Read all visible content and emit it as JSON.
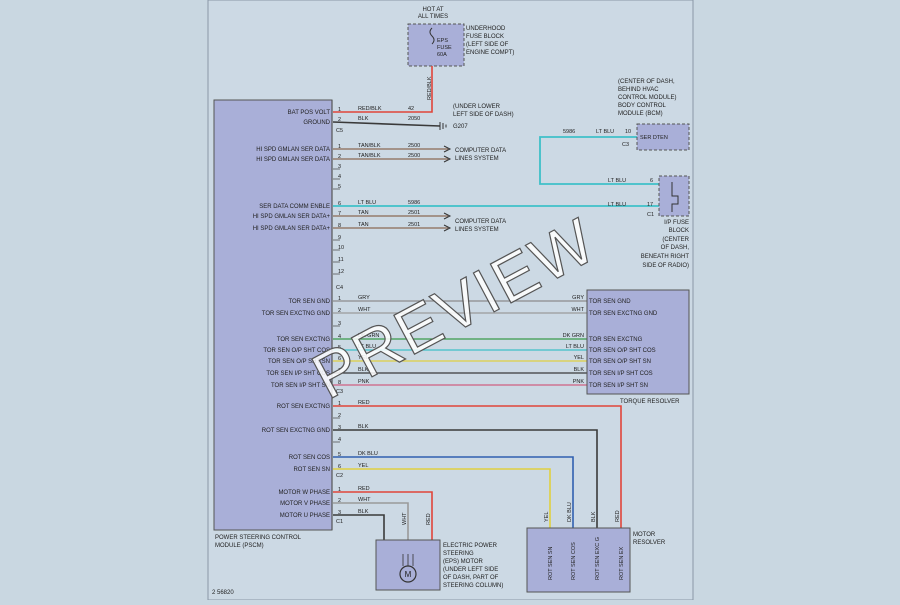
{
  "colors": {
    "page_bg": "#c9d7e1",
    "sheet_bg": "#ccd9e4",
    "box_fill": "#a9afd8",
    "red": "#e0453a",
    "black": "#3a3a3a",
    "gray": "#8c8c8c",
    "cyan": "#3ec0c8",
    "tan": "#8a6a55",
    "green": "#3a9a4a",
    "blue": "#3060b0",
    "yellow": "#e0d040",
    "pink": "#d06080"
  },
  "sheet_id": "2 56820",
  "watermark": "PREVIEW",
  "fuse": {
    "header": [
      "HOT AT",
      "ALL TIMES"
    ],
    "name": [
      "EPS",
      "FUSE",
      "60A"
    ],
    "location": [
      "UNDERHOOD",
      "FUSE BLOCK",
      "(LEFT SIDE OF",
      "ENGINE COMPT)"
    ],
    "wire": "RED/BLK"
  },
  "ground": {
    "location": [
      "(UNDER LOWER",
      "LEFT SIDE OF DASH)"
    ],
    "name": "G207"
  },
  "module": {
    "name": [
      "POWER STEERING CONTROL",
      "MODULE (PSCM)"
    ],
    "connectors": [
      {
        "name": "C5",
        "rows": [
          {
            "pin": "1",
            "label": "BAT POS VOLT",
            "wire": "RED/BLK",
            "circuit": "42"
          },
          {
            "pin": "2",
            "label": "GROUND",
            "wire": "BLK",
            "circuit": "2050"
          }
        ]
      },
      {
        "name": "C4",
        "rows": [
          {
            "pin": "1",
            "label": "HI SPD GMLAN SER DATA",
            "wire": "TAN/BLK",
            "circuit": "2500"
          },
          {
            "pin": "2",
            "label": "HI SPD GMLAN SER DATA",
            "wire": "TAN/BLK",
            "circuit": "2500"
          },
          {
            "pin": "3",
            "label": "",
            "wire": "",
            "circuit": ""
          },
          {
            "pin": "4",
            "label": "",
            "wire": "",
            "circuit": ""
          },
          {
            "pin": "5",
            "label": "",
            "wire": "",
            "circuit": ""
          },
          {
            "pin": "6",
            "label": "SER DATA COMM ENBLE",
            "wire": "LT BLU",
            "circuit": "5986"
          },
          {
            "pin": "7",
            "label": "HI SPD GMLAN SER DATA+",
            "wire": "TAN",
            "circuit": "2501"
          },
          {
            "pin": "8",
            "label": "HI SPD GMLAN SER DATA+",
            "wire": "TAN",
            "circuit": "2501"
          },
          {
            "pin": "9",
            "label": "",
            "wire": "",
            "circuit": ""
          },
          {
            "pin": "10",
            "label": "",
            "wire": "",
            "circuit": ""
          },
          {
            "pin": "11",
            "label": "",
            "wire": "",
            "circuit": ""
          },
          {
            "pin": "12",
            "label": "",
            "wire": "",
            "circuit": ""
          }
        ]
      },
      {
        "name": "C3",
        "rows": [
          {
            "pin": "1",
            "label": "TOR SEN GND",
            "wire": "GRY"
          },
          {
            "pin": "2",
            "label": "TOR SEN EXCTNG GND",
            "wire": "WHT"
          },
          {
            "pin": "3",
            "label": "",
            "wire": ""
          },
          {
            "pin": "4",
            "label": "TOR SEN EXCTNG",
            "wire": "DK GRN"
          },
          {
            "pin": "5",
            "label": "TOR SEN O/P SHT COS",
            "wire": "LT BLU"
          },
          {
            "pin": "6",
            "label": "TOR SEN O/P SHT SN",
            "wire": "YEL"
          },
          {
            "pin": "7",
            "label": "TOR SEN I/P SHT COS",
            "wire": "BLK"
          },
          {
            "pin": "8",
            "label": "TOR SEN I/P SHT SN",
            "wire": "PNK"
          }
        ]
      },
      {
        "name": "C2",
        "rows": [
          {
            "pin": "1",
            "label": "ROT SEN EXCTNG",
            "wire": "RED"
          },
          {
            "pin": "2",
            "label": "",
            "wire": ""
          },
          {
            "pin": "3",
            "label": "ROT SEN EXCTNG GND",
            "wire": "BLK"
          },
          {
            "pin": "4",
            "label": "",
            "wire": ""
          },
          {
            "pin": "5",
            "label": "ROT SEN COS",
            "wire": "DK BLU"
          },
          {
            "pin": "6",
            "label": "ROT SEN SN",
            "wire": "YEL"
          }
        ]
      },
      {
        "name": "C1",
        "rows": [
          {
            "pin": "1",
            "label": "MOTOR W PHASE",
            "wire": "RED"
          },
          {
            "pin": "2",
            "label": "MOTOR V PHASE",
            "wire": "WHT"
          },
          {
            "pin": "3",
            "label": "MOTOR U PHASE",
            "wire": "BLK"
          }
        ]
      }
    ]
  },
  "data_link_label": [
    "COMPUTER DATA",
    "LINES SYSTEM"
  ],
  "bcm": {
    "location": [
      "(CENTER OF DASH,",
      "BEHIND HVAC",
      "CONTROL MODULE)"
    ],
    "name": [
      "BODY CONTROL",
      "MODULE (BCM)"
    ],
    "pin_label": "SER DTEN",
    "pin": "10",
    "connector": "C3",
    "wire": "LT BLU",
    "circuit": "5986"
  },
  "ip_fuse": {
    "name": [
      "I/P FUSE",
      "BLOCK"
    ],
    "location": [
      "(CENTER",
      "OF DASH,",
      "BENEATH RIGHT",
      "SIDE OF RADIO)"
    ],
    "pin_a": "6",
    "pin_b": "17",
    "connector": "C1",
    "wire_a": "LT BLU",
    "wire_b": "LT BLU"
  },
  "torque_resolver": {
    "name": "TORQUE RESOLVER",
    "pins": [
      {
        "label": "TOR SEN GND",
        "wire": "GRY"
      },
      {
        "label": "TOR SEN EXCTNG GND",
        "wire": "WHT"
      },
      {
        "label": "TOR SEN EXCTNG",
        "wire": "DK GRN"
      },
      {
        "label": "TOR SEN O/P SHT COS",
        "wire": "LT BLU"
      },
      {
        "label": "TOR SEN O/P SHT SN",
        "wire": "YEL"
      },
      {
        "label": "TOR SEN I/P SHT COS",
        "wire": "BLK"
      },
      {
        "label": "TOR SEN I/P SHT SN",
        "wire": "PNK"
      }
    ]
  },
  "motor_resolver": {
    "name": [
      "MOTOR",
      "RESOLVER"
    ],
    "pins": [
      {
        "label": "ROT SEN SN",
        "wire": "YEL"
      },
      {
        "label": "ROT SEN COS",
        "wire": "DK BLU"
      },
      {
        "label": "ROT SEN EXC G",
        "wire": "BLK"
      },
      {
        "label": "ROT SEN EX",
        "wire": "RED"
      }
    ]
  },
  "eps_motor": {
    "name": [
      "ELECTRIC POWER",
      "STEERING",
      "(EPS) MOTOR",
      "(UNDER LEFT SIDE",
      "OF DASH, PART OF",
      "STEERING COLUMN)"
    ],
    "symbol": "M",
    "wires": [
      "WHT",
      "RED"
    ]
  }
}
